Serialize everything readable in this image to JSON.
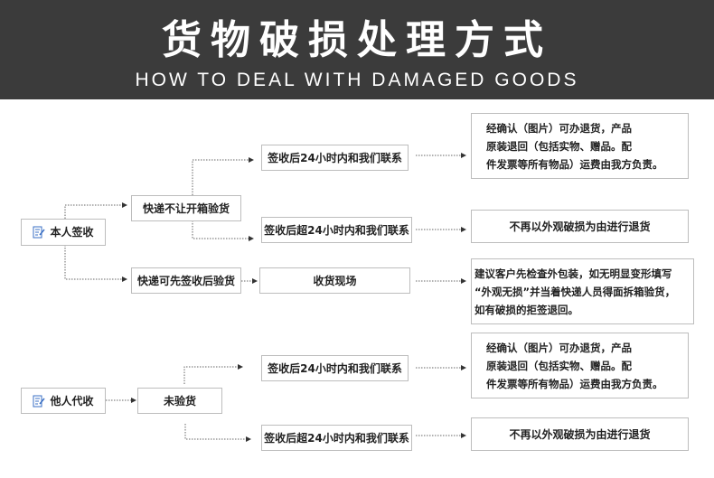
{
  "header": {
    "title": "货物破损处理方式",
    "subtitle": "HOW TO DEAL WITH DAMAGED GOODS"
  },
  "self": {
    "root": "本人签收",
    "no_open": "快递不让开箱验货",
    "within24": "签收后24小时内和我们联系",
    "over24": "签收后超24小时内和我们联系",
    "can_open": "快递可先签收后验货",
    "on_site": "收货现场",
    "result_within": [
      "经确认（图片）可办退货，产品",
      "原装退回（包括实物、赠品。配",
      "件发票等所有物品）运费由我方负责。"
    ],
    "result_over": "不再以外观破损为由进行退货",
    "result_site": [
      "建议客户先检查外包装，如无明显变形填写",
      "“外观无损”并当着快递人员得面拆箱验货，",
      "如有破损的拒签退回。"
    ]
  },
  "other": {
    "root": "他人代收",
    "unchecked": "未验货",
    "within24": "签收后24小时内和我们联系",
    "over24": "签收后超24小时内和我们联系",
    "result_within": [
      "经确认（图片）可办退货，产品",
      "原装退回（包括实物、赠品。配",
      "件发票等所有物品）运费由我方负责。"
    ],
    "result_over": "不再以外观破损为由进行退货"
  },
  "colors": {
    "header_bg": "#3b3b3b",
    "icon": "#3a6fc4",
    "border": "#bdbdbd"
  }
}
